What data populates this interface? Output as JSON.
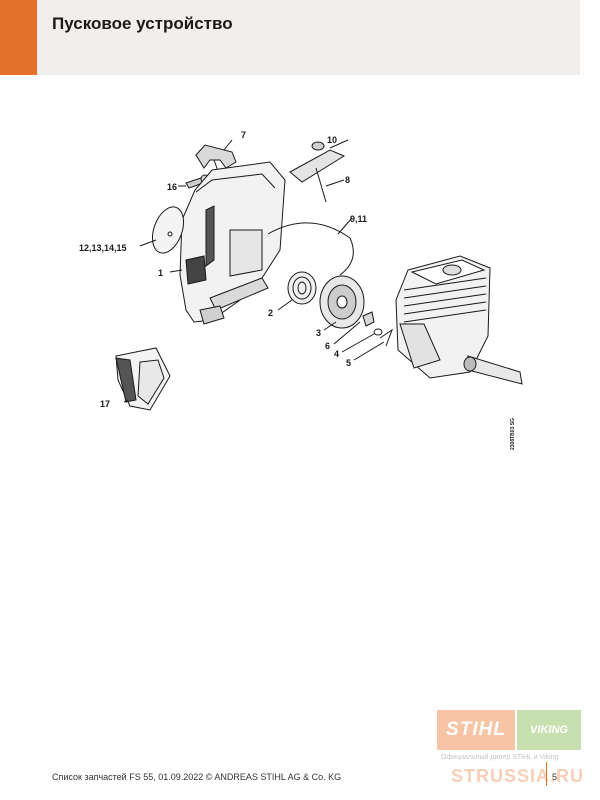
{
  "header": {
    "title": "Пусковое устройство",
    "accent_color": "#e5722a",
    "band_color": "#f1eeec"
  },
  "diagram": {
    "callouts": {
      "c1": "1",
      "c2": "2",
      "c3": "3",
      "c4": "4",
      "c5": "5",
      "c6": "6",
      "c7": "7",
      "c8": "8",
      "c9": "9,11",
      "c10": "10",
      "c12": "12,13,14,15",
      "c16": "16",
      "c17": "17"
    },
    "drawing_code": "2308TB03 SG"
  },
  "watermark": {
    "brand_left": "STIHL",
    "brand_right": "VIKING",
    "dealer_text": "Официальный дилер STIHL и Viking",
    "site": "STRUSSIA.RU"
  },
  "footer": {
    "text": "Список запчастей FS 55, 01.09.2022 © ANDREAS STIHL AG & Co. KG",
    "page": "5"
  }
}
